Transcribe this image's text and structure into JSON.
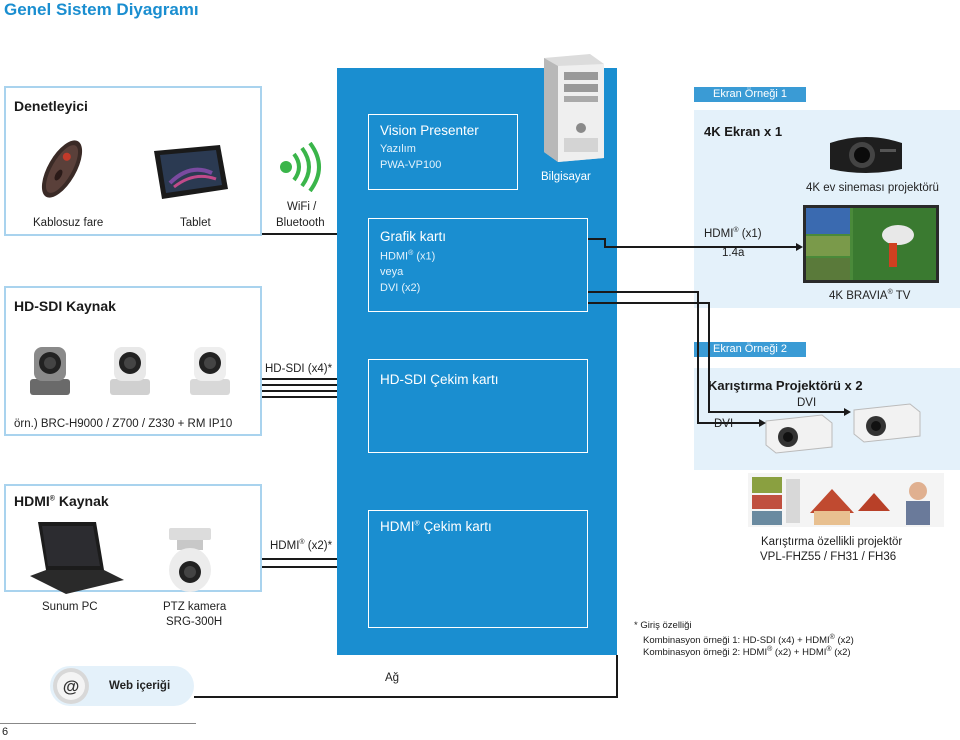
{
  "page_title": "Genel Sistem Diyagramı",
  "controller": {
    "title": "Denetleyici",
    "items": [
      "Kablosuz fare",
      "Tablet",
      "WiFi /",
      "Bluetooth"
    ]
  },
  "hdsdi_source": {
    "title": "HD-SDI Kaynak",
    "example": "örn.) BRC-H9000 / Z700 / Z330 + RM IP10",
    "link_label": "HD-SDI (x4)*"
  },
  "hdmi_source": {
    "title": "HDMI",
    "title_suffix": "Kaynak",
    "link_label_a": "HDMI",
    "link_label_b": "(x2)*",
    "items": [
      "Sunum PC",
      "PTZ kamera",
      "SRG-300H"
    ]
  },
  "center": {
    "vision_title": "Vision Presenter",
    "vision_sub1": "Yazılım",
    "vision_sub2": "PWA-VP100",
    "computer_label": "Bilgisayar",
    "graphics_title": "Grafik kartı",
    "graphics_hdmi": "HDMI",
    "graphics_hdmi_count": "(x1)",
    "graphics_or": "veya",
    "graphics_dvi": "DVI (x2)",
    "sdi_card": "HD-SDI Çekim kartı",
    "hdmi_card": "HDMI",
    "hdmi_card_suffix": "Çekim kartı"
  },
  "screen1": {
    "header": "Ekran Örneği 1",
    "title": "4K Ekran x 1",
    "projector": "4K ev sineması projektörü",
    "link_a": "HDMI",
    "link_b": "(x1)",
    "link_version": "1.4a",
    "tv_a": "4K BRAVIA",
    "tv_b": "TV"
  },
  "screen2": {
    "header": "Ekran Örneği 2",
    "title": "Karıştırma Projektörü x 2",
    "dvi_top": "DVI",
    "dvi_left": "DVI",
    "caption1": "Karıştırma özellikli projektör",
    "caption2": "VPL-FHZ55 / FH31 / FH36"
  },
  "notes": {
    "line1": "* Giriş özelliği",
    "line2": "Kombinasyon örneği 1: HD-SDI (x4) + HDMI",
    "line2b": "(x2)",
    "line3": "Kombinasyon örneği 2: HDMI",
    "line3b": "(x2) + HDMI",
    "line3c": "(x2)"
  },
  "footer": {
    "web": "Web içeriği",
    "network": "Ağ",
    "page_number": "6"
  },
  "colors": {
    "accent": "#1a8ed0",
    "light_panel": "#e4f1fa",
    "border": "#a9d3ee"
  },
  "icons": [
    "wireless-mouse-icon",
    "tablet-icon",
    "wifi-icon",
    "computer-tower-icon",
    "projector-icon",
    "tv-icon",
    "ptz-camera-icon",
    "laptop-icon",
    "web-at-icon"
  ]
}
